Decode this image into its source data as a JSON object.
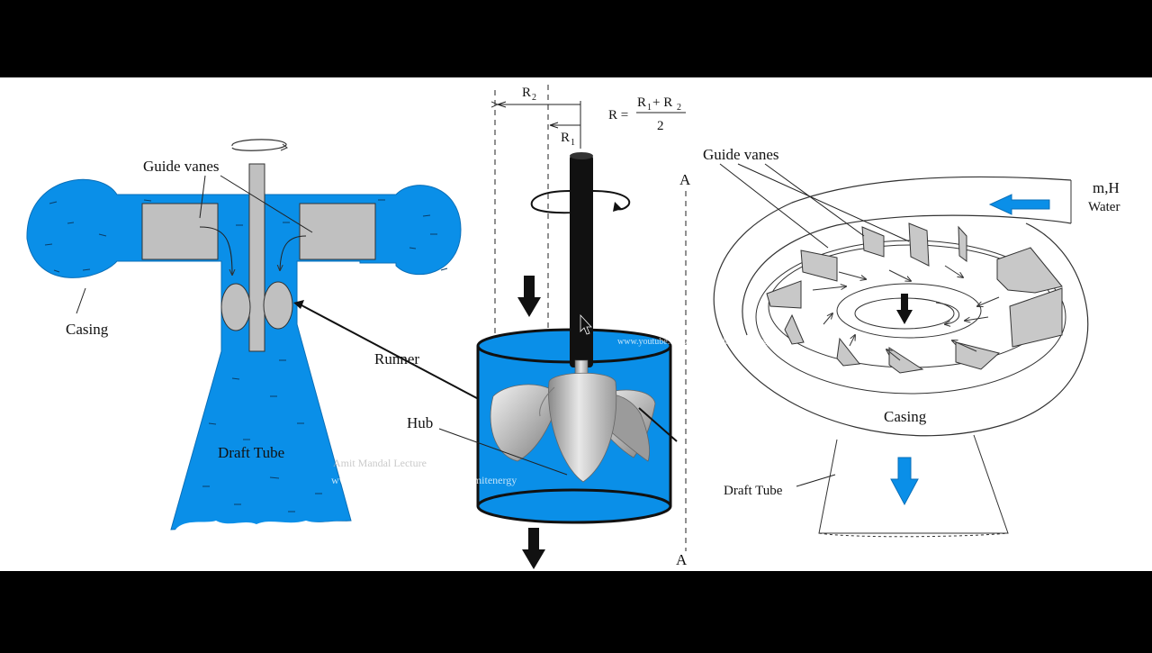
{
  "left": {
    "guide_vanes": "Guide vanes",
    "casing": "Casing",
    "runner": "Runner",
    "draft_tube": "Draft Tube"
  },
  "middle": {
    "r2": "R",
    "r2_sub": "2",
    "r1": "R",
    "r1_sub": "1",
    "formula_lhs": "R =",
    "formula_num_a": "R",
    "formula_num_a_sub": "1",
    "formula_plus": "+ R",
    "formula_num_b_sub": "2",
    "formula_den": "2",
    "section_top": "A",
    "section_bottom": "A",
    "hub": "Hub"
  },
  "right": {
    "guide_vanes": "Guide vanes",
    "mh": "m,H",
    "water": "Water",
    "casing": "Casing",
    "draft_tube": "Draft Tube"
  },
  "watermark": {
    "line1": "Amit Mandal Lecture",
    "line2": "www.youtube.com/user/mandalamitenergy",
    "line3": "www.youtube.com/user/mandalamitenergy"
  },
  "colors": {
    "water": "#0a8fe8",
    "vane": "#c0c0c0",
    "shaft": "#111111",
    "letterbox": "#000000",
    "canvas": "#ffffff"
  }
}
